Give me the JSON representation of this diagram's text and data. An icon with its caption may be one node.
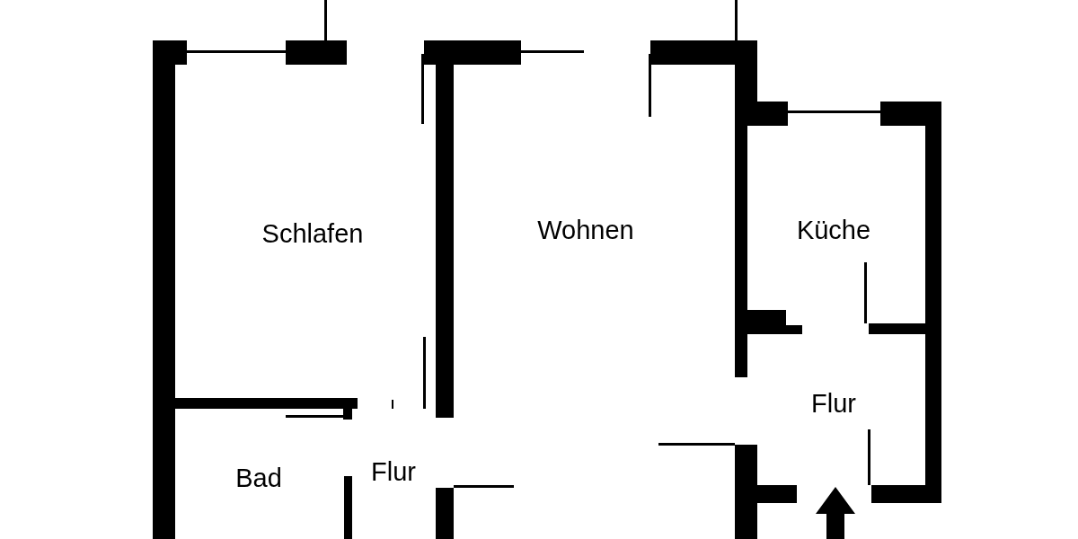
{
  "diagram": {
    "labels": [
      "Schlafen",
      "Wohnen",
      "Küche",
      "Flur",
      "Bad",
      "Flur"
    ]
  }
}
